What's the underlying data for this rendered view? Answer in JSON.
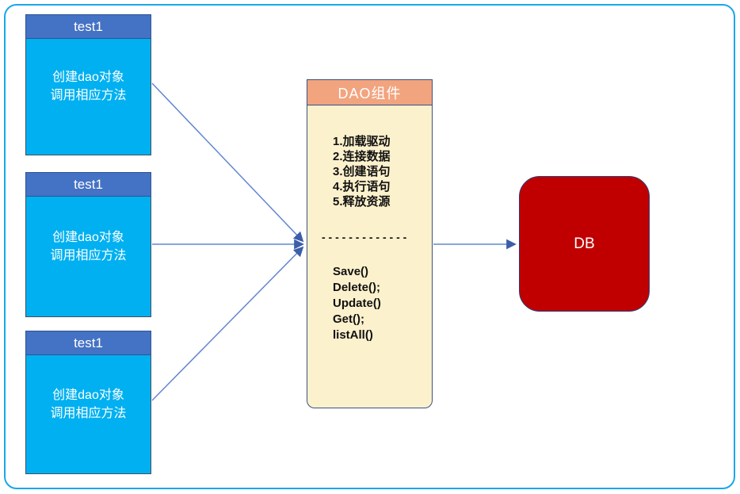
{
  "clients": [
    {
      "title": "test1",
      "body": "创建dao对象\n调用相应方法"
    },
    {
      "title": "test1",
      "body": "创建dao对象\n调用相应方法"
    },
    {
      "title": "test1",
      "body": "创建dao对象\n调用相应方法"
    }
  ],
  "dao": {
    "title": "DAO组件",
    "steps": [
      "1.加载驱动",
      "2.连接数据",
      "3.创建语句",
      "4.执行语句",
      "5.释放资源"
    ],
    "separator": "- - - - - - - - - - - - -",
    "methods": [
      "Save()",
      "Delete();",
      "Update()",
      "Get();",
      "listAll()"
    ]
  },
  "db": {
    "label": "DB"
  },
  "colors": {
    "frame": "#1AA7E9",
    "client_header": "#4472C4",
    "client_body": "#00B0F0",
    "dao_header": "#F2A47F",
    "dao_body": "#FCF1CD",
    "db_fill": "#C00000",
    "arrow_line": "#6287CE",
    "arrow_head": "#3D5DA8"
  }
}
